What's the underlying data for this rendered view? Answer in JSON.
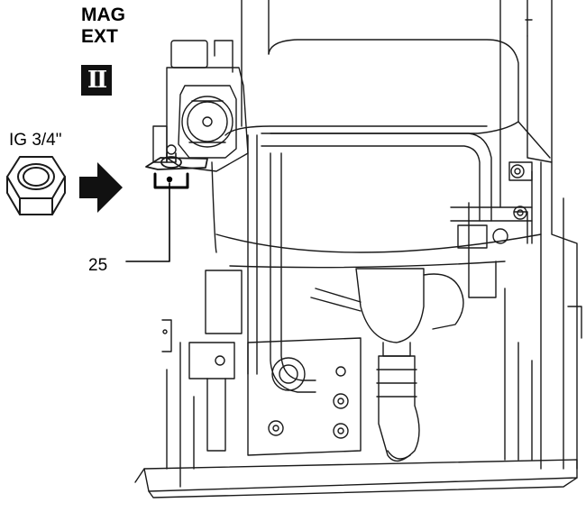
{
  "labels": {
    "line1": "MAG",
    "line2": "EXT",
    "badge": "II",
    "fitting": "IG 3/4\"",
    "callout": "25"
  }
}
